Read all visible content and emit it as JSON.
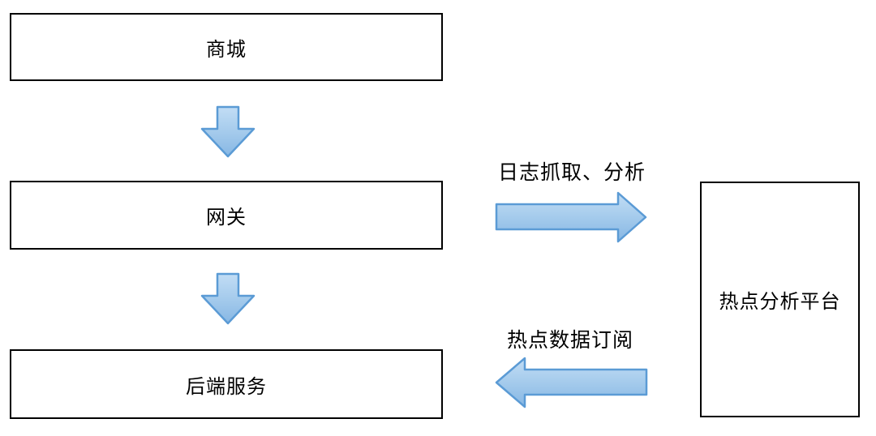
{
  "diagram": {
    "title": "hotspot-analysis-architecture",
    "nodes": [
      {
        "id": "mall",
        "label": "商城"
      },
      {
        "id": "gateway",
        "label": "网关"
      },
      {
        "id": "backend",
        "label": "后端服务"
      },
      {
        "id": "platform",
        "label": "热点分析平台"
      }
    ],
    "edges": [
      {
        "from": "mall",
        "to": "gateway",
        "direction": "down",
        "label": ""
      },
      {
        "from": "gateway",
        "to": "backend",
        "direction": "down",
        "label": ""
      },
      {
        "from": "gateway",
        "to": "platform",
        "direction": "right",
        "label": "日志抓取、分析"
      },
      {
        "from": "platform",
        "to": "backend",
        "direction": "left",
        "label": "热点数据订阅"
      }
    ],
    "colors": {
      "arrow_fill_light": "#C2DDF5",
      "arrow_fill_mid": "#A5CBEC",
      "arrow_fill_dark": "#87B7E4",
      "arrow_stroke": "#5B9BD5",
      "box_border": "#000000",
      "text_color": "#000000",
      "background": "#FFFFFF"
    }
  }
}
